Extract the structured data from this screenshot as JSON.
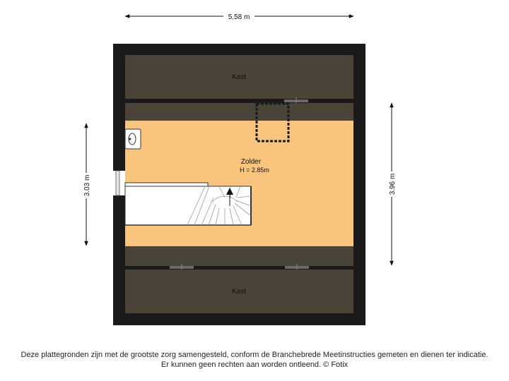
{
  "dimensions": {
    "top_width": "5.58 m",
    "left_height": "3.03 m",
    "right_height": "3.96 m"
  },
  "rooms": {
    "top_storage": "Kast",
    "main_room": "Zolder",
    "main_room_height": "H = 2.85m",
    "bottom_storage": "Kast"
  },
  "disclaimer": {
    "line1": "Deze plattegronden zijn met de grootste zorg samengesteld, conform de Branchebrede Meetinstructies gemeten en dienen ter indicatie.",
    "line2": "Er kunnen geen rechten aan worden ontleend. © Fotix"
  },
  "colors": {
    "wall": "#1a1a1a",
    "storage_fill": "#4a4338",
    "room_fill": "#f9c57e",
    "stair_fill": "#ffffff"
  }
}
